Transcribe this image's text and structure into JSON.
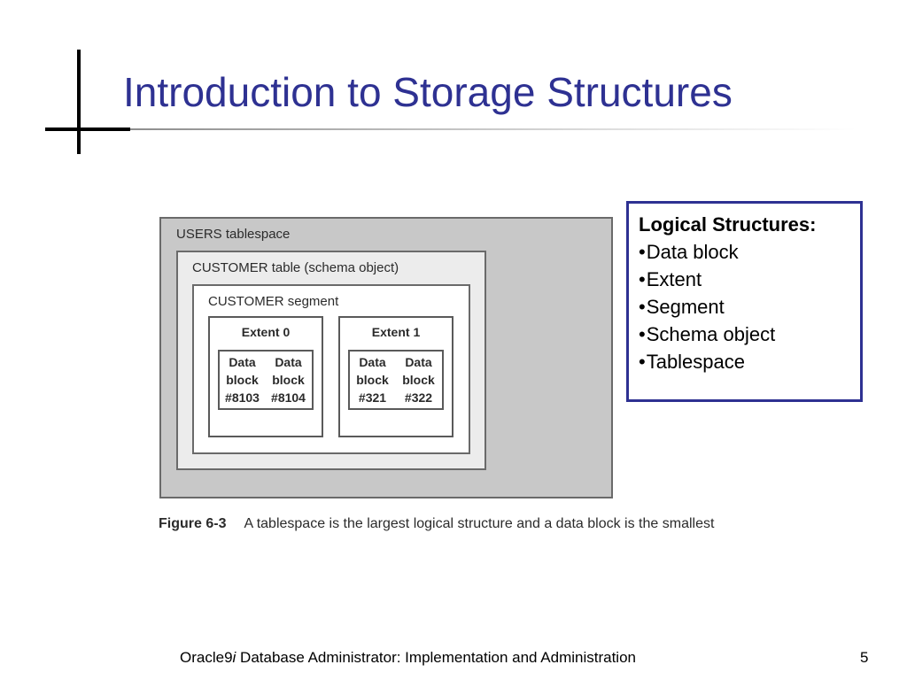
{
  "theme": {
    "title_color": "#2e3192",
    "box_border_color": "#2e3192",
    "figure_background": "#c8c8c8",
    "table_background": "#ececec"
  },
  "slide": {
    "title": "Introduction to Storage Structures",
    "page_number": "5"
  },
  "footer": {
    "prefix": "Oracle9",
    "italic": "i",
    "suffix": " Database Administrator: Implementation and Administration"
  },
  "logical_structures": {
    "heading": "Logical Structures:",
    "bullet": "•",
    "items": [
      "Data block",
      "Extent",
      "Segment",
      "Schema object",
      "Tablespace"
    ]
  },
  "figure": {
    "tablespace_label": "USERS tablespace",
    "table_label": "CUSTOMER table (schema object)",
    "segment_label": "CUSTOMER segment",
    "extents": [
      {
        "title": "Extent 0",
        "blocks": [
          {
            "text": "Data\nblock\n#8103"
          },
          {
            "text": "Data\nblock\n#8104"
          }
        ]
      },
      {
        "title": "Extent 1",
        "blocks": [
          {
            "text": "Data\nblock\n#321"
          },
          {
            "text": "Data\nblock\n#322"
          }
        ]
      }
    ],
    "caption_number": "Figure 6-3",
    "caption_text": "A tablespace is the largest logical structure and a data block is the smallest"
  }
}
